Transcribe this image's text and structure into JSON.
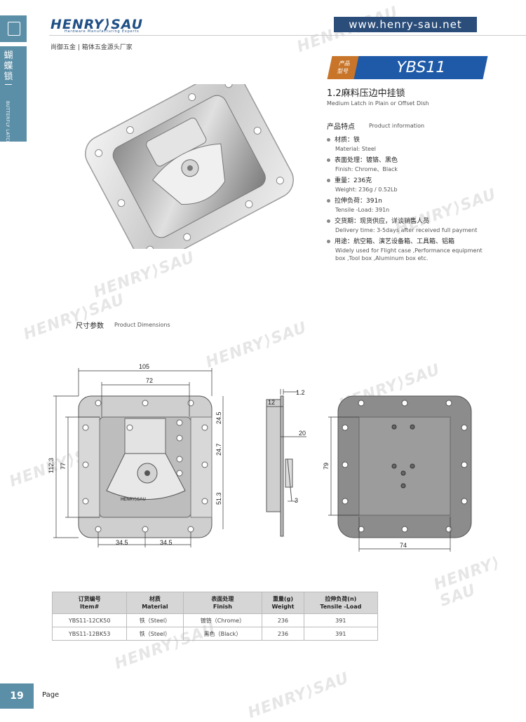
{
  "side": {
    "cn": "蝴蝶锁",
    "en": "BUTTERFLY LATCH"
  },
  "header": {
    "logo": "HENRY⟩SAU",
    "logo_sub": "Hardware Manufacturing Experts",
    "tagline": "尚御五金 | 箱体五金源头厂家",
    "url": "www.henry-sau.net"
  },
  "product": {
    "badge_label_1": "产品",
    "badge_label_2": "型号",
    "model": "YBS11",
    "title_cn": "1.2麻料压边中挂锁",
    "title_en": "Medium Latch in Plain or Offset Dish",
    "info_cn": "产品特点",
    "info_en": "Product information",
    "features": [
      {
        "cn": "材质：铁",
        "en": "Material: Steel"
      },
      {
        "cn": "表面处理：镀铬、黑色",
        "en": "Finish: Chrome、Black"
      },
      {
        "cn": "重量：236克",
        "en": "Weight: 236g / 0.52Lb"
      },
      {
        "cn": "拉伸负荷：391n",
        "en": "Tensile -Load: 391n"
      },
      {
        "cn": "交货期：现货供应，详谈销售人员",
        "en": "Delivery time: 3-5days after received full payment"
      },
      {
        "cn": "用途：航空箱、演艺设备箱、工具箱、铝箱",
        "en": "Widely used for Flight case ,Performance equipment box ,Tool box ,Aluminum box etc."
      }
    ]
  },
  "dimensions": {
    "head_cn": "尺寸参数",
    "head_en": "Product Dimensions",
    "d105": "105",
    "d72": "72",
    "d112": "112.3",
    "d77": "77",
    "d245": "24.5",
    "d247": "24.7",
    "d513": "51.3",
    "d345a": "34.5",
    "d345b": "34.5",
    "d12": "1.2",
    "d12b": "12",
    "d20": "20",
    "d3": "3",
    "d79": "79",
    "d74": "74",
    "plate_logo": "HENRY⟩SAU"
  },
  "table": {
    "headers": [
      {
        "cn": "订货编号",
        "en": "Item#"
      },
      {
        "cn": "材质",
        "en": "Material"
      },
      {
        "cn": "表面处理",
        "en": "Finish"
      },
      {
        "cn": "重量(g)",
        "en": "Weight"
      },
      {
        "cn": "拉伸负荷(n)",
        "en": "Tensile -Load"
      }
    ],
    "rows": [
      [
        "YBS11-12CK50",
        "铁（Steel）",
        "镀铬（Chrome）",
        "236",
        "391"
      ],
      [
        "YBS11-12BK53",
        "铁（Steel）",
        "黑色（Black）",
        "236",
        "391"
      ]
    ]
  },
  "footer": {
    "page": "19",
    "label": "Page"
  },
  "colors": {
    "accent_blue": "#1e5aa8",
    "accent_orange": "#c8752a",
    "side_blue": "#5b8fa8",
    "url_bg": "#2a4d7a"
  }
}
